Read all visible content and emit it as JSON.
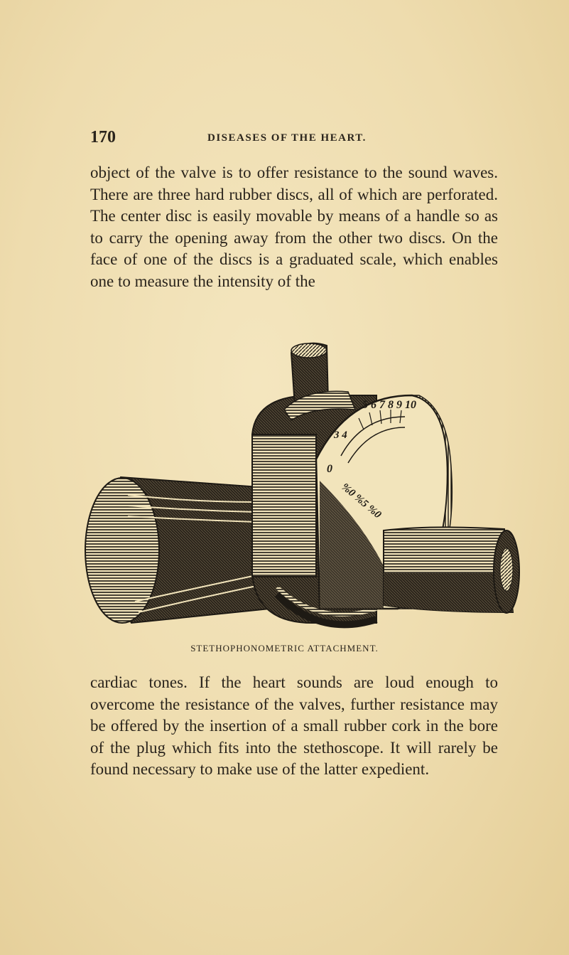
{
  "header": {
    "page_number": "170",
    "title": "DISEASES OF THE HEART."
  },
  "paragraphs": [
    "object of the valve is to offer resistance to the sound waves. There are three hard rubber discs, all of which are perforated. The center disc is easily movable by means of a handle so as to carry the opening away from the other two discs. On the face of one of the discs is a graduated scale, which enables one to measure the intensity of the",
    "cardiac tones. If the heart sounds are loud enough to overcome the resistance of the valves, further resistance may be offered by the insertion of a small rubber cork in the bore of the plug which fits into the stethoscope. It will rarely be found necessary to make use of the latter expedient."
  ],
  "figure": {
    "caption": "STETHOPHONOMETRIC ATTACHMENT.",
    "scale_top": "5 6 7 8 9 10",
    "scale_left": "3 4",
    "scale_center": "0",
    "scale_lower": "%0 %5 %0"
  }
}
